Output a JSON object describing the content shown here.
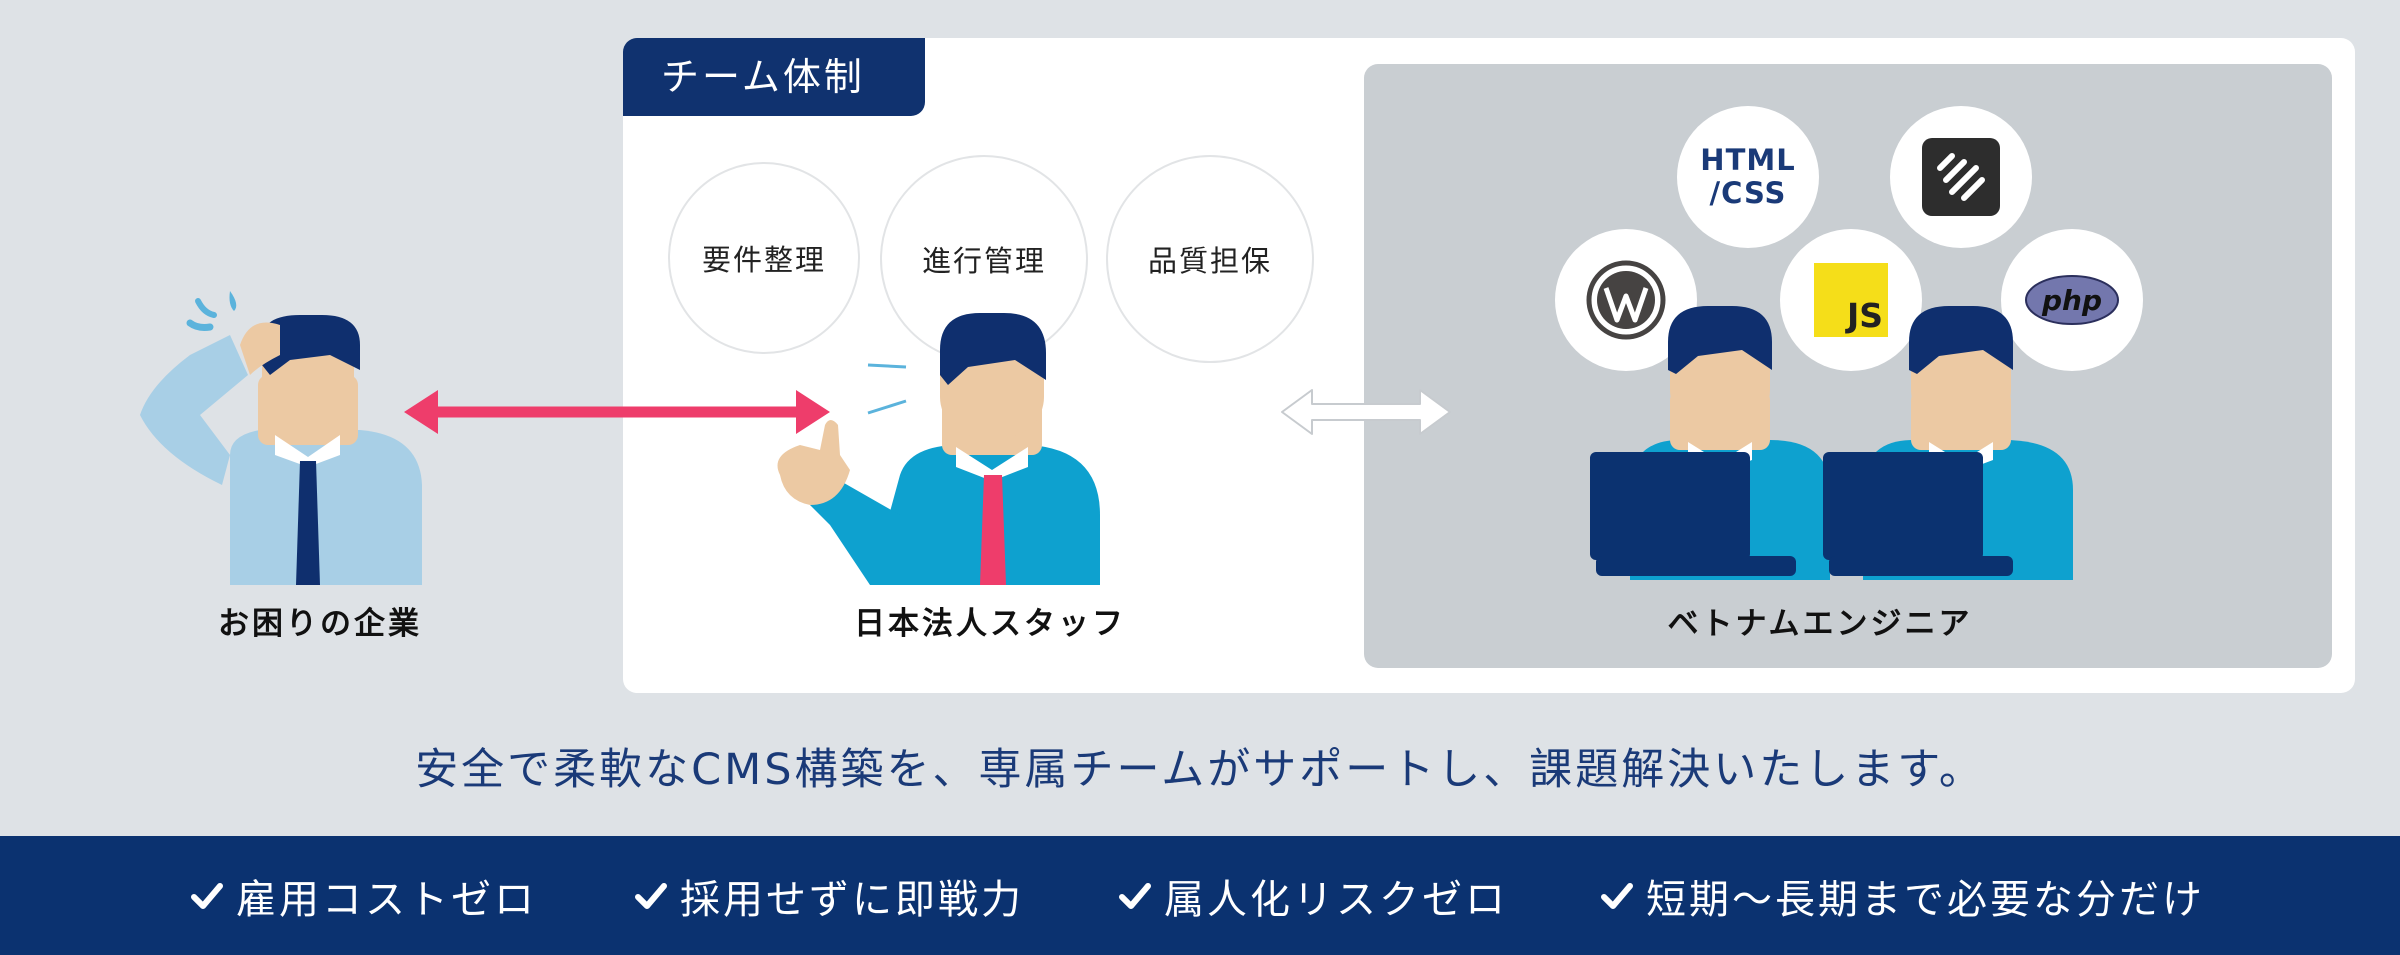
{
  "team": {
    "tab_label": "チーム体制"
  },
  "roles": [
    {
      "label": "要件整理"
    },
    {
      "label": "進行管理"
    },
    {
      "label": "品質担保"
    }
  ],
  "tech": {
    "html_css_line1": "HTML",
    "html_css_line2": "/CSS",
    "js_label": "JS",
    "php_label": "php",
    "icons": [
      "wordpress-icon",
      "html-css-icon",
      "concrete-cms-icon",
      "javascript-icon",
      "php-icon"
    ]
  },
  "people": {
    "client": "お困りの企業",
    "japan_staff": "日本法人スタッフ",
    "vietnam_engineers": "ベトナムエンジニア"
  },
  "tagline": "安全で柔軟なCMS構築を、専属チームがサポートし、課題解決いたします。",
  "benefits": [
    {
      "label": "雇用コストゼロ"
    },
    {
      "label": "採用せずに即戦力"
    },
    {
      "label": "属人化リスクゼロ"
    },
    {
      "label": "短期〜長期まで必要な分だけ"
    }
  ],
  "colors": {
    "navy": "#0b3270",
    "accent_pink": "#ee3d6b",
    "client_shirt": "#a8cfe6",
    "staff_shirt": "#0ea1cf",
    "skin": "#ecc9a3",
    "hair": "#0f2f6e"
  }
}
